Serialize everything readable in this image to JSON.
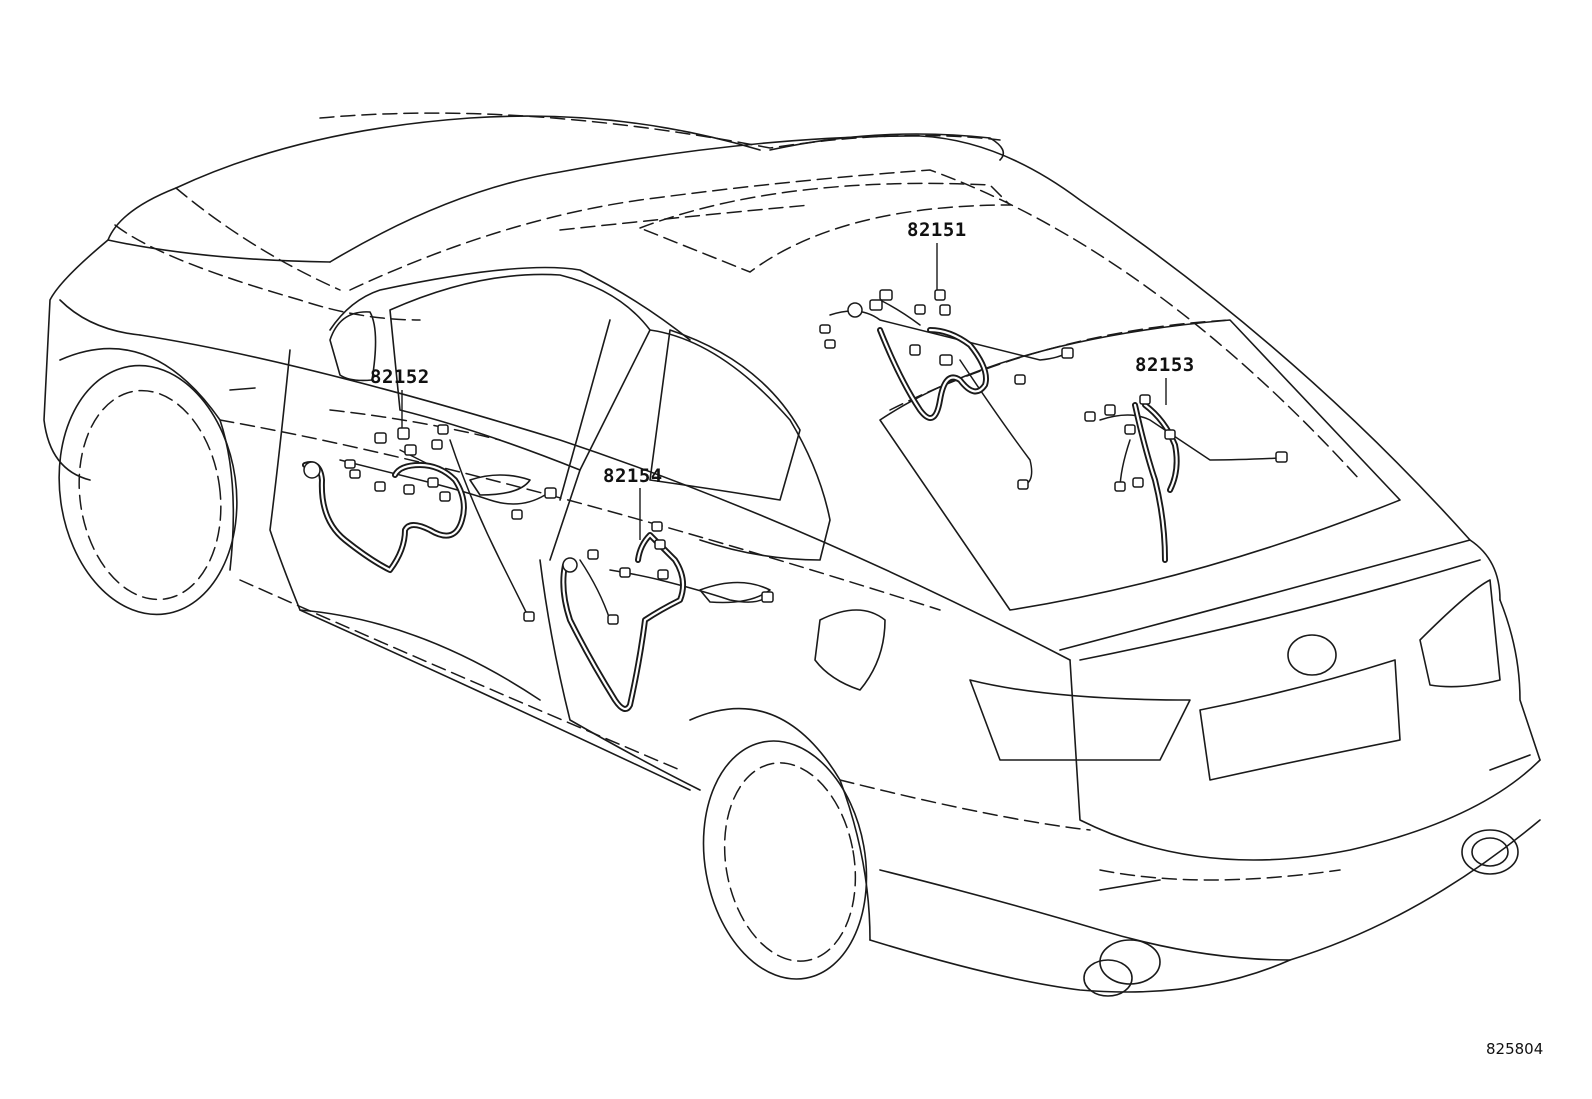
{
  "diagram": {
    "parts": [
      {
        "id": "82151",
        "label": "82151"
      },
      {
        "id": "82152",
        "label": "82152"
      },
      {
        "id": "82153",
        "label": "82153"
      },
      {
        "id": "82154",
        "label": "82154"
      }
    ],
    "reference_code": "825804"
  }
}
